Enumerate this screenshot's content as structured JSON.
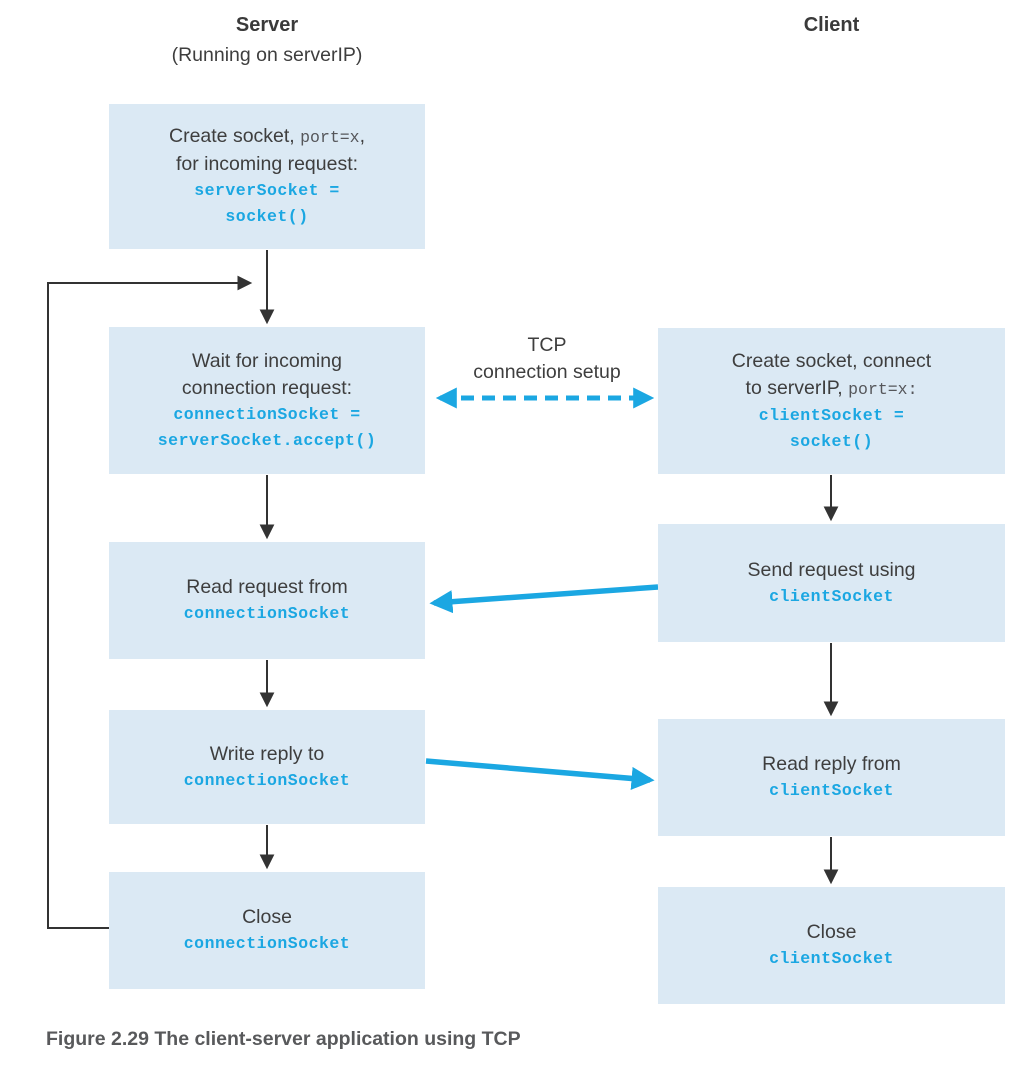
{
  "figure": {
    "caption": "Figure 2.29 The client-server application using TCP"
  },
  "colors": {
    "box_fill": "#dbe9f4",
    "code_blue": "#1ba7e2",
    "arrow_blue": "#1ba7e2",
    "arrow_black": "#333333",
    "text_dark": "#3e3e3e",
    "caption_gray": "#58595b"
  },
  "headers": {
    "server_title": "Server",
    "server_subtitle": "(Running on serverIP)",
    "client_title": "Client"
  },
  "connection_label": {
    "line1": "TCP",
    "line2": "connection setup"
  },
  "server": {
    "box1": {
      "line1_pre": "Create socket, ",
      "line1_code": "port=x",
      "line1_post": ",",
      "line2": "for incoming request:",
      "code1": "serverSocket =",
      "code2": "socket()"
    },
    "box2": {
      "line1": "Wait for incoming",
      "line2": "connection request:",
      "code1": "connectionSocket =",
      "code2": "serverSocket.accept()"
    },
    "box3": {
      "line1": "Read request from",
      "code1": "connectionSocket"
    },
    "box4": {
      "line1": "Write reply to",
      "code1": "connectionSocket"
    },
    "box5": {
      "line1": "Close",
      "code1": "connectionSocket"
    }
  },
  "client": {
    "box1": {
      "line1": "Create socket, connect",
      "line2_pre": "to serverIP, ",
      "line2_code": "port=x",
      "line2_post": ":",
      "code1": "clientSocket =",
      "code2": "socket()"
    },
    "box2": {
      "line1": "Send request using",
      "code1": "clientSocket"
    },
    "box3": {
      "line1": "Read reply from",
      "code1": "clientSocket"
    },
    "box4": {
      "line1": "Close",
      "code1": "clientSocket"
    }
  }
}
